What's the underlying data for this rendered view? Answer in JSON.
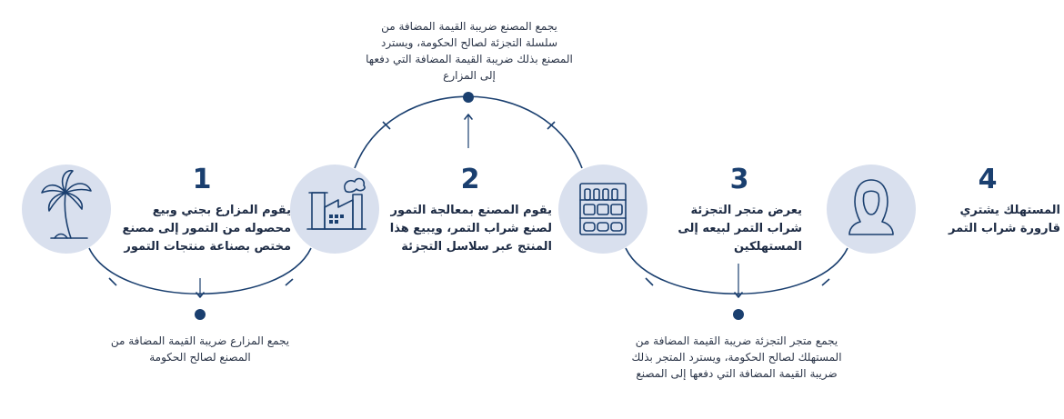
{
  "steps": [
    {
      "number": "1",
      "text": "يقوم المزارع بجني وبيع محصوله من التمور إلى مصنع مختص بصناعة منتجات التمور",
      "icon": "palm-tree-icon"
    },
    {
      "number": "2",
      "text": "يقوم المصنع بمعالجة التمور لصنع شراب التمر، ويبيع هذا المنتج عبر سلاسل التجزئة",
      "icon": "factory-icon"
    },
    {
      "number": "3",
      "text": "يعرض متجر التجزئة شراب التمر لبيعه إلى المستهلكين",
      "icon": "store-shelf-icon"
    },
    {
      "number": "4",
      "text": "المستهلك يشتري قارورة شراب التمر",
      "icon": "consumer-icon"
    }
  ],
  "notes": {
    "farmer_vat": "يجمع المزارع ضريبة القيمة المضافة من المصنع لصالح الحكومة",
    "factory_vat": "يجمع المصنع ضريبة القيمة المضافة من سلسلة التجزئة لصالح الحكومة، ويسترد المصنع بذلك ضريبة القيمة المضافة التي دفعها إلى المزارع",
    "retailer_vat": "يجمع متجر التجزئة ضريبة القيمة المضافة من المستهلك لصالح الحكومة، ويسترد المتجر بذلك ضريبة القيمة المضافة التي دفعها إلى المصنع"
  },
  "colors": {
    "navy": "#1a3f6f",
    "circle": "#d9e0ee",
    "text": "#1d2b44"
  }
}
